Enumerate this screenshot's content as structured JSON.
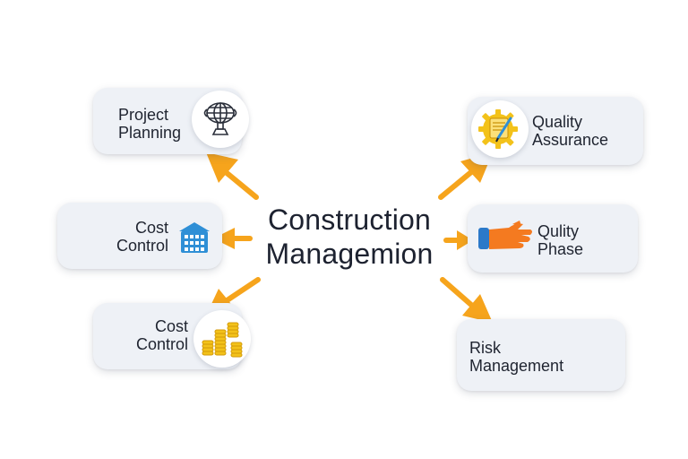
{
  "center": {
    "line1": "Construction",
    "line2": "Managemion"
  },
  "nodes": {
    "project_planning": {
      "line1": "Project",
      "line2": "Planning",
      "icon": "globe-trophy-icon"
    },
    "cost_control_top": {
      "line1": "Cost",
      "line2": "Control",
      "icon": "building-icon"
    },
    "cost_control_bottom": {
      "line1": "Cost",
      "line2": "Control",
      "icon": "coin-stack-icon"
    },
    "quality_assurance": {
      "line1": "Quality",
      "line2": "Assurance",
      "icon": "gear-checklist-icon"
    },
    "qulity_phase": {
      "line1": "Qulity",
      "line2": "Phase",
      "icon": "handshake-icon"
    },
    "risk_management": {
      "line1": "Risk",
      "line2": "Management"
    }
  },
  "colors": {
    "arrow": "#f6a41c",
    "card_bg": "#eef1f6",
    "building": "#2f8fd6",
    "coins": "#f3c21a",
    "hand": "#f47a20",
    "cuff": "#2b79c9"
  }
}
